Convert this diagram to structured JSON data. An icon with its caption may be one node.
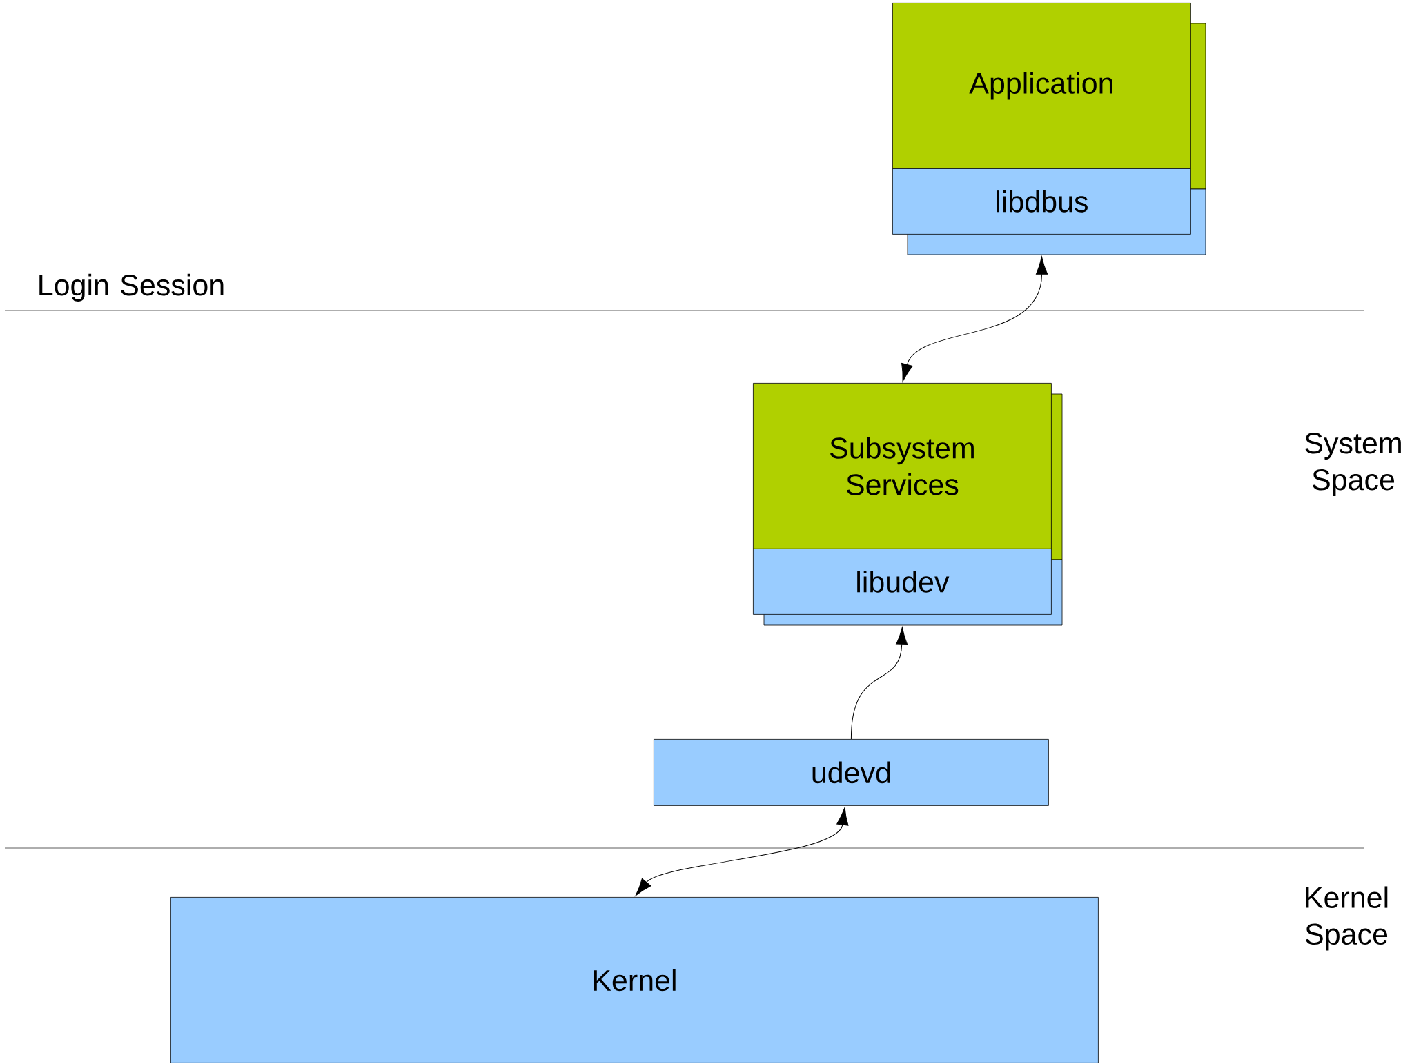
{
  "diagram": {
    "nodes": [
      {
        "text": [
          "Application"
        ]
      },
      {
        "text": [
          "libdbus"
        ]
      },
      {
        "text": [
          "Subsystem Services"
        ]
      },
      {
        "text": [
          "libudev"
        ]
      },
      {
        "text": [
          "udevd"
        ]
      },
      {
        "text": [
          "Kernel"
        ]
      }
    ],
    "edges": [
      {
        "from": 2,
        "to": 1,
        "arrow": "both"
      },
      {
        "from": 4,
        "to": 3,
        "arrow": "to"
      },
      {
        "from": 5,
        "to": 4,
        "arrow": "both"
      }
    ],
    "labels": [
      "Login Session",
      "System Space",
      "Kernel Space"
    ]
  }
}
